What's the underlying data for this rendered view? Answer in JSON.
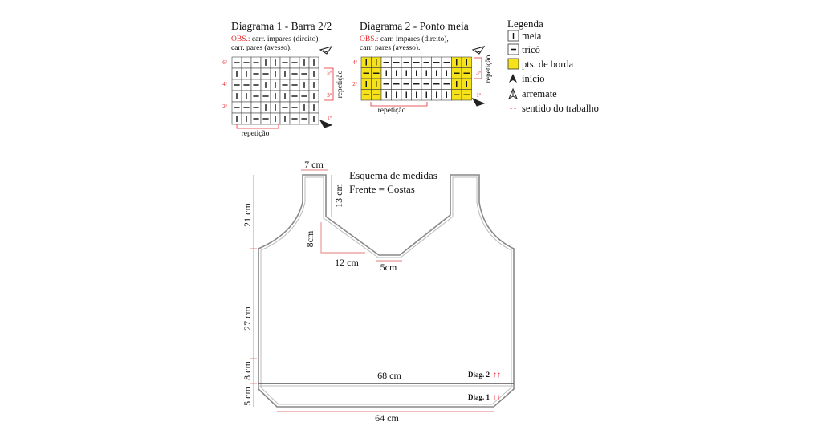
{
  "diagram1": {
    "title": "Diagrama 1 - Barra 2/2",
    "obs_label": "OBS.:",
    "obs_line1": " carr. impares (direito),",
    "obs_line2": "carr. pares (avesso).",
    "rows_top_to_bottom": [
      "tttmmttmm",
      "mmttmmttm",
      "tttmmttmm",
      "mmttmmttm",
      "tttmmttmm",
      "mmttmmttm"
    ],
    "left_row_labels": [
      "6ª",
      "4ª",
      "2ª"
    ],
    "right_row_labels": [
      "5ª",
      "3ª",
      "1ª"
    ],
    "side_label": "repetição",
    "bottom_label": "repetição"
  },
  "diagram2": {
    "title": "Diagrama 2 - Ponto meia",
    "obs_label": "OBS.:",
    "obs_line1": " carr. impares (direito),",
    "obs_line2": "carr. pares (avesso).",
    "rows_top_to_bottom": [
      "YYtttttttYY",
      "YYmmmmmmmYY",
      "YYtttttttYY",
      "YYmmmmmmmYY"
    ],
    "left_row_labels": [
      "4ª",
      "2ª"
    ],
    "right_row_labels": [
      "3ª",
      "1ª"
    ],
    "side_label": "repetição",
    "bottom_label": "repetição"
  },
  "legend": {
    "title": "Legenda",
    "items": [
      {
        "symbol": "meia-icon",
        "label": "meia"
      },
      {
        "symbol": "trico-icon",
        "label": "tricô"
      },
      {
        "symbol": "border-stitch-icon",
        "label": "pts. de borda"
      },
      {
        "symbol": "start-arrow-icon",
        "label": "início"
      },
      {
        "symbol": "bind-off-arrow-icon",
        "label": "arremate"
      },
      {
        "symbol": "direction-arrows-icon",
        "label": "sentido do trabalho"
      }
    ]
  },
  "schematic": {
    "title_line1": "Esquema de medidas",
    "title_line2": "Frente = Costas",
    "measure_strap": "7 cm",
    "measure_neck_side": "13 cm",
    "measure_neck_drop": "8cm",
    "measure_neck_run": "12 cm",
    "measure_neck_base": "5cm",
    "measure_armhole": "21 cm",
    "measure_body": "27 cm",
    "measure_diag2_band": "8 cm",
    "measure_diag1_band": "5 cm",
    "measure_width_top": "68 cm",
    "measure_width_bottom": "64 cm",
    "label_diag2": "Diag. 2",
    "label_diag1": "Diag. 1",
    "arrows": "↑↑"
  },
  "colors": {
    "accent_red": "#e8262b",
    "border_yellow": "#f5e21a",
    "line": "#333333",
    "measure_line": "#e27a7a"
  }
}
